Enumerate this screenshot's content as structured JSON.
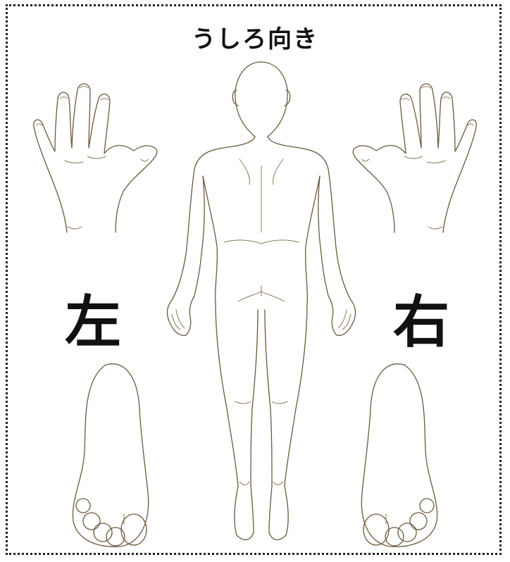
{
  "title": "うしろ向き",
  "labels": {
    "left": "左",
    "right": "右"
  }
}
